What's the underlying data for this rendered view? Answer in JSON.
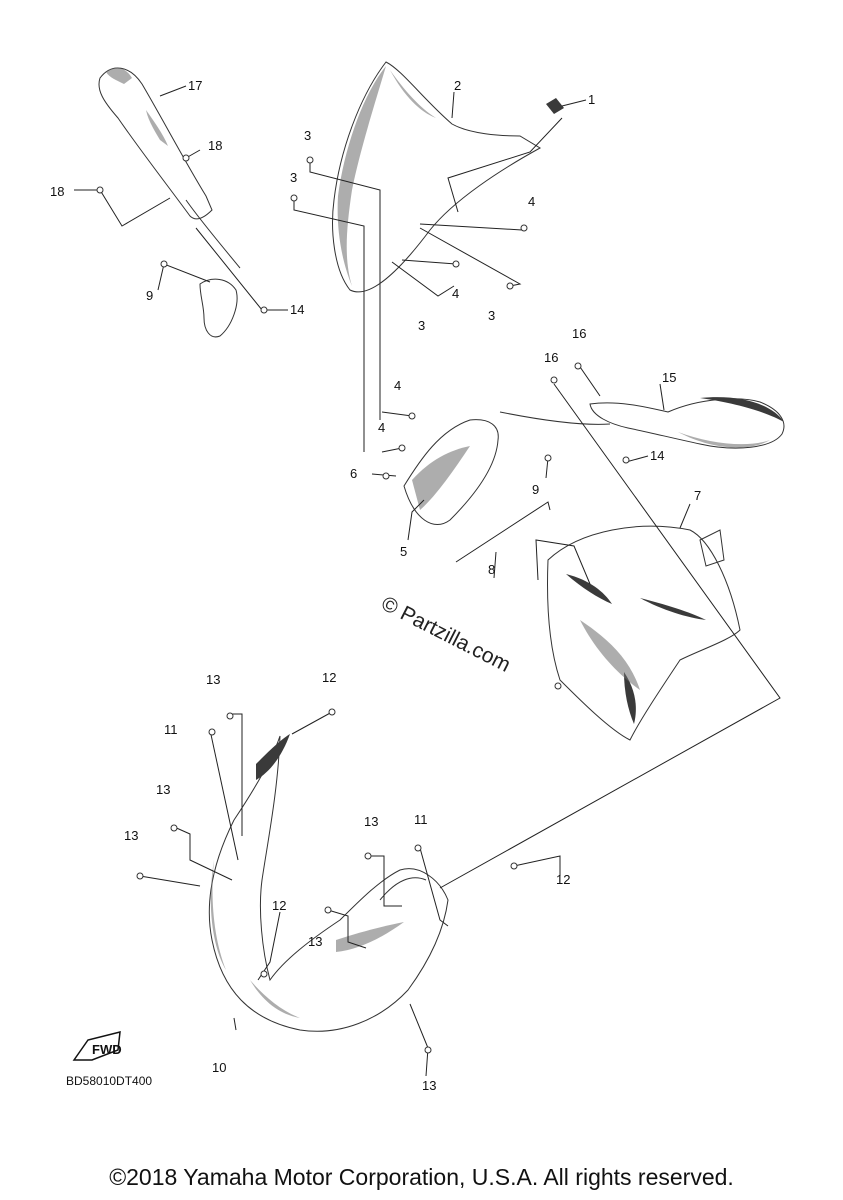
{
  "diagram": {
    "drawing_code": "BD58010DT400",
    "copyright": "©2018 Yamaha Motor Corporation, U.S.A. All rights reserved.",
    "watermark": "© Partzilla.com",
    "fwd_mark": "FWD",
    "callouts": [
      {
        "id": "c1",
        "label": "1"
      },
      {
        "id": "c2",
        "label": "2"
      },
      {
        "id": "c3a",
        "label": "3"
      },
      {
        "id": "c3b",
        "label": "3"
      },
      {
        "id": "c3c",
        "label": "3"
      },
      {
        "id": "c3d",
        "label": "3"
      },
      {
        "id": "c4a",
        "label": "4"
      },
      {
        "id": "c4b",
        "label": "4"
      },
      {
        "id": "c4c",
        "label": "4"
      },
      {
        "id": "c4d",
        "label": "4"
      },
      {
        "id": "c5",
        "label": "5"
      },
      {
        "id": "c6",
        "label": "6"
      },
      {
        "id": "c7",
        "label": "7"
      },
      {
        "id": "c8",
        "label": "8"
      },
      {
        "id": "c9a",
        "label": "9"
      },
      {
        "id": "c9b",
        "label": "9"
      },
      {
        "id": "c10",
        "label": "10"
      },
      {
        "id": "c11a",
        "label": "11"
      },
      {
        "id": "c11b",
        "label": "11"
      },
      {
        "id": "c12a",
        "label": "12"
      },
      {
        "id": "c12b",
        "label": "12"
      },
      {
        "id": "c12c",
        "label": "12"
      },
      {
        "id": "c13a",
        "label": "13"
      },
      {
        "id": "c13b",
        "label": "13"
      },
      {
        "id": "c13c",
        "label": "13"
      },
      {
        "id": "c13d",
        "label": "13"
      },
      {
        "id": "c13e",
        "label": "13"
      },
      {
        "id": "c13f",
        "label": "13"
      },
      {
        "id": "c14a",
        "label": "14"
      },
      {
        "id": "c14b",
        "label": "14"
      },
      {
        "id": "c15",
        "label": "15"
      },
      {
        "id": "c16a",
        "label": "16"
      },
      {
        "id": "c16b",
        "label": "16"
      },
      {
        "id": "c17",
        "label": "17"
      },
      {
        "id": "c18a",
        "label": "18"
      },
      {
        "id": "c18b",
        "label": "18"
      }
    ]
  }
}
